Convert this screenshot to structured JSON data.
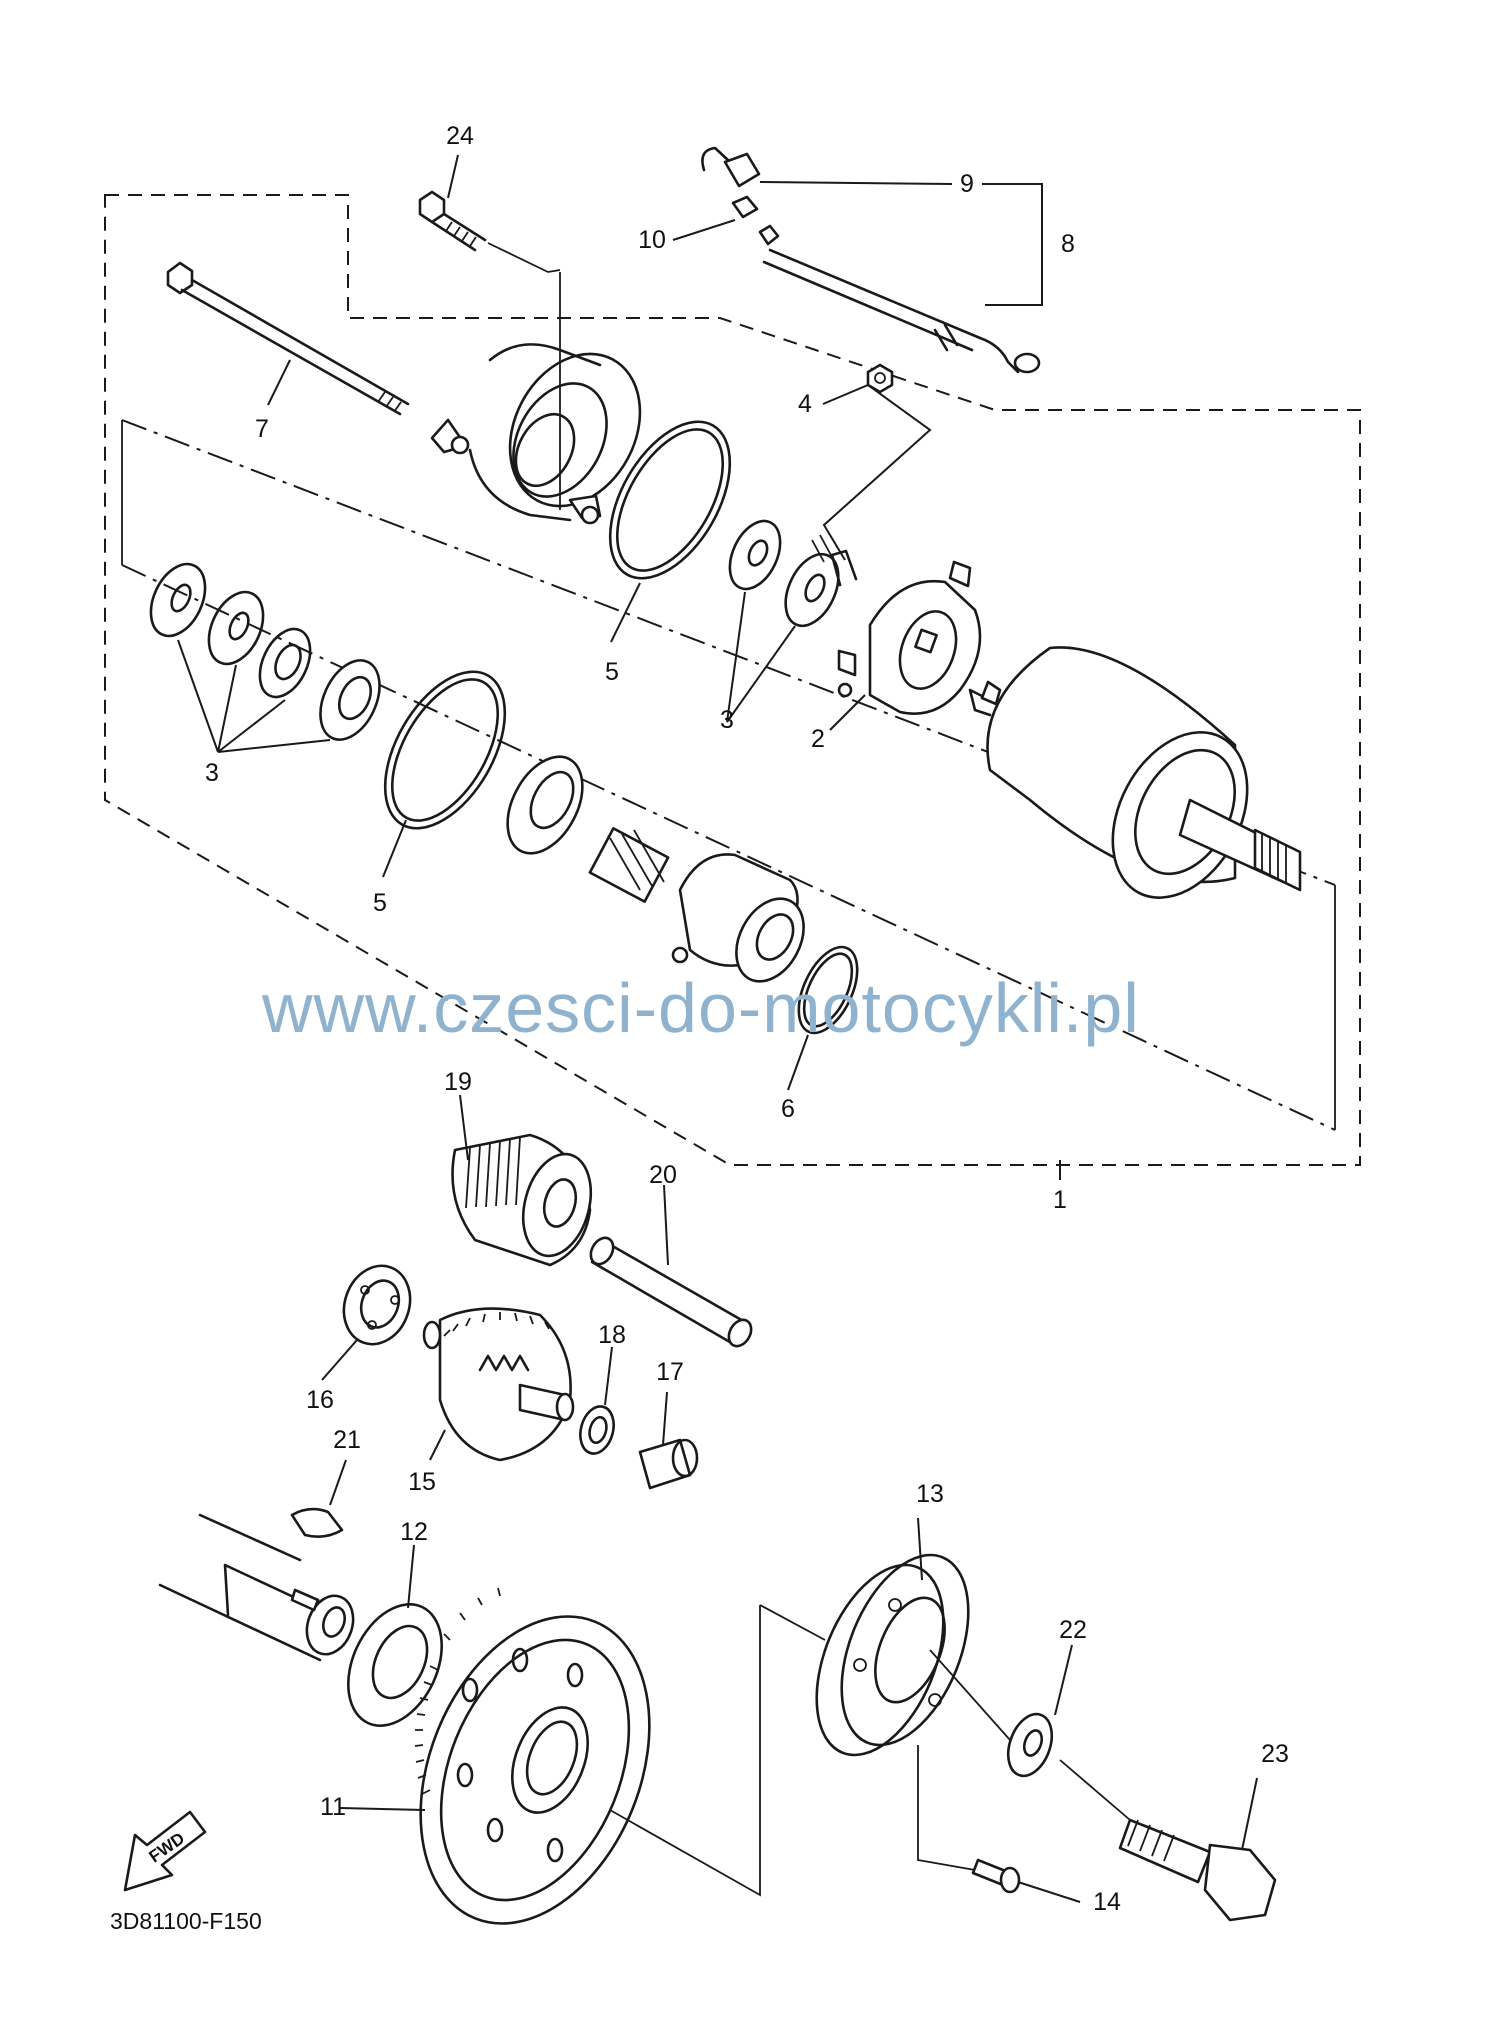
{
  "diagram": {
    "code": "3D81100-F150",
    "watermark": "www.czesci-do-motocykli.pl",
    "watermark_color": "#8fb3cf",
    "fwd_label": "FWD",
    "callouts": {
      "p1": "1",
      "p2": "2",
      "p3a": "3",
      "p3b": "3",
      "p4": "4",
      "p5a": "5",
      "p5b": "5",
      "p6": "6",
      "p7": "7",
      "p8": "8",
      "p9": "9",
      "p10": "10",
      "p11": "11",
      "p12": "12",
      "p13": "13",
      "p14": "14",
      "p15": "15",
      "p16": "16",
      "p17": "17",
      "p18": "18",
      "p19": "19",
      "p20": "20",
      "p21": "21",
      "p22": "22",
      "p23": "23",
      "p24": "24"
    }
  }
}
